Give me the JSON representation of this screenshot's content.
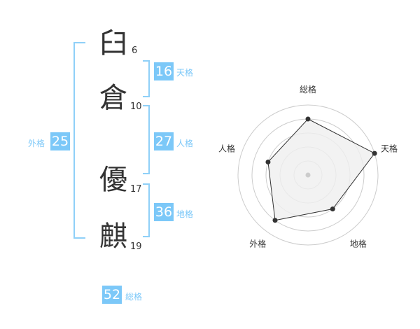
{
  "name": {
    "chars": [
      {
        "char": "臼",
        "strokes": "6"
      },
      {
        "char": "倉",
        "strokes": "10"
      },
      {
        "char": "優",
        "strokes": "17"
      },
      {
        "char": "麒",
        "strokes": "19"
      }
    ]
  },
  "kaku": {
    "ten": {
      "label": "天格",
      "value": "16"
    },
    "jin": {
      "label": "人格",
      "value": "27"
    },
    "chi": {
      "label": "地格",
      "value": "36"
    },
    "gai": {
      "label": "外格",
      "value": "25"
    },
    "so": {
      "label": "総格",
      "value": "52"
    }
  },
  "chart_data": {
    "type": "radar",
    "axes": [
      "総格",
      "天格",
      "地格",
      "外格",
      "人格"
    ],
    "values": [
      4,
      5,
      3,
      4,
      3
    ],
    "range": [
      0,
      5
    ],
    "rings": 5,
    "colors": {
      "fill": "#efefef",
      "line": "#333333",
      "ring": "#cccccc"
    }
  },
  "accent": "#7cc8f8"
}
